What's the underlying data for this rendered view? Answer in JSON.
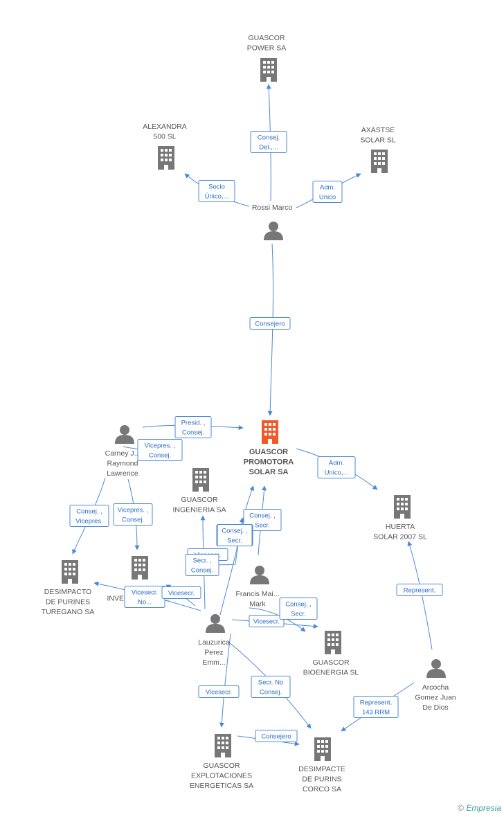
{
  "nodes": {
    "guascor_power": {
      "type": "company",
      "label": [
        "GUASCOR",
        "POWER SA"
      ]
    },
    "alexandra": {
      "type": "company",
      "label": [
        "ALEXANDRA",
        "500 SL"
      ]
    },
    "axastse": {
      "type": "company",
      "label": [
        "AXASTSE",
        "SOLAR SL"
      ]
    },
    "rossi": {
      "type": "person",
      "label": [
        "Rossi Marco"
      ]
    },
    "main": {
      "type": "company-main",
      "label": [
        "GUASCOR",
        "PROMOTORA",
        "SOLAR SA"
      ]
    },
    "carney": {
      "type": "person",
      "label": [
        "Carney J...",
        "Raymond",
        "Lawrence"
      ]
    },
    "ingenieria": {
      "type": "company",
      "label": [
        "GUASCOR",
        "INGENIERIA SA"
      ]
    },
    "huerta": {
      "type": "company",
      "label": [
        "HUERTA",
        "SOLAR 2007 SL"
      ]
    },
    "desimpacto": {
      "type": "company",
      "label": [
        "DESIMPACTO",
        "DE PURINES",
        "TUREGANO SA"
      ]
    },
    "investigacion": {
      "type": "company",
      "label": [
        "G...",
        "INVESTIGACION..."
      ]
    },
    "francis": {
      "type": "person",
      "label": [
        "Francis Mai...",
        "Mark"
      ]
    },
    "lauzurica": {
      "type": "person",
      "label": [
        "Lauzurica",
        "Perez",
        "Emm..."
      ]
    },
    "bioenergia": {
      "type": "company",
      "label": [
        "GUASCOR",
        "BIOENERGIA SL"
      ]
    },
    "arcocha": {
      "type": "person",
      "label": [
        "Arcocha",
        "Gomez Juan",
        "De Dios"
      ]
    },
    "explotaciones": {
      "type": "company",
      "label": [
        "GUASCOR",
        "EXPLOTACIONES",
        "ENERGETICAS SA"
      ]
    },
    "desimpacte": {
      "type": "company",
      "label": [
        "DESIMPACTE",
        "DE PURINS",
        "CORCO SA"
      ]
    }
  },
  "edges": [
    {
      "id": "e1",
      "label": [
        "Consej.",
        "Del.,..."
      ]
    },
    {
      "id": "e2",
      "label": [
        "Socio",
        "Único,..."
      ]
    },
    {
      "id": "e3",
      "label": [
        "Adm.",
        "Unico"
      ]
    },
    {
      "id": "e4",
      "label": [
        "Consejero"
      ]
    },
    {
      "id": "e5",
      "label": [
        "Presid. ,",
        "Consej."
      ]
    },
    {
      "id": "e6",
      "label": [
        "Vicepres. ,",
        "Consej."
      ]
    },
    {
      "id": "e7",
      "label": [
        "Adm.",
        "Unico,..."
      ]
    },
    {
      "id": "e8",
      "label": [
        "Consej. ,",
        "Vicepres."
      ]
    },
    {
      "id": "e9",
      "label": [
        "Vicepres. ,",
        "Consej."
      ]
    },
    {
      "id": "e10",
      "label": [
        "Consej. ,",
        "Secr."
      ]
    },
    {
      "id": "e11",
      "label": [
        "Secr. ,",
        "Consej."
      ]
    },
    {
      "id": "e12",
      "label": [
        "Vicesecr."
      ]
    },
    {
      "id": "e13",
      "label": [
        "Secr. ,",
        "Consej."
      ]
    },
    {
      "id": "e14",
      "label": [
        "Vicesecr.",
        "No..."
      ]
    },
    {
      "id": "e15",
      "label": [
        "Vicesecr."
      ]
    },
    {
      "id": "e16",
      "label": [
        "Consej. ,",
        "Secr."
      ]
    },
    {
      "id": "e17",
      "label": [
        "Vicesecr."
      ]
    },
    {
      "id": "e18",
      "label": [
        "Represent."
      ]
    },
    {
      "id": "e19",
      "label": [
        "Consej. ,",
        "Secr."
      ]
    },
    {
      "id": "e20",
      "label": [
        "Vicesecr."
      ]
    },
    {
      "id": "e21",
      "label": [
        "Secr.  No",
        "Consej."
      ]
    },
    {
      "id": "e22",
      "label": [
        "Represent.",
        "143 RRM"
      ]
    },
    {
      "id": "e23",
      "label": [
        "Consejero"
      ]
    }
  ],
  "colors": {
    "edge": "#4a88d8",
    "company": "#777777",
    "main_company": "#f05a28",
    "person": "#777777"
  },
  "watermark": {
    "symbol": "©",
    "brand": "Empresia"
  }
}
